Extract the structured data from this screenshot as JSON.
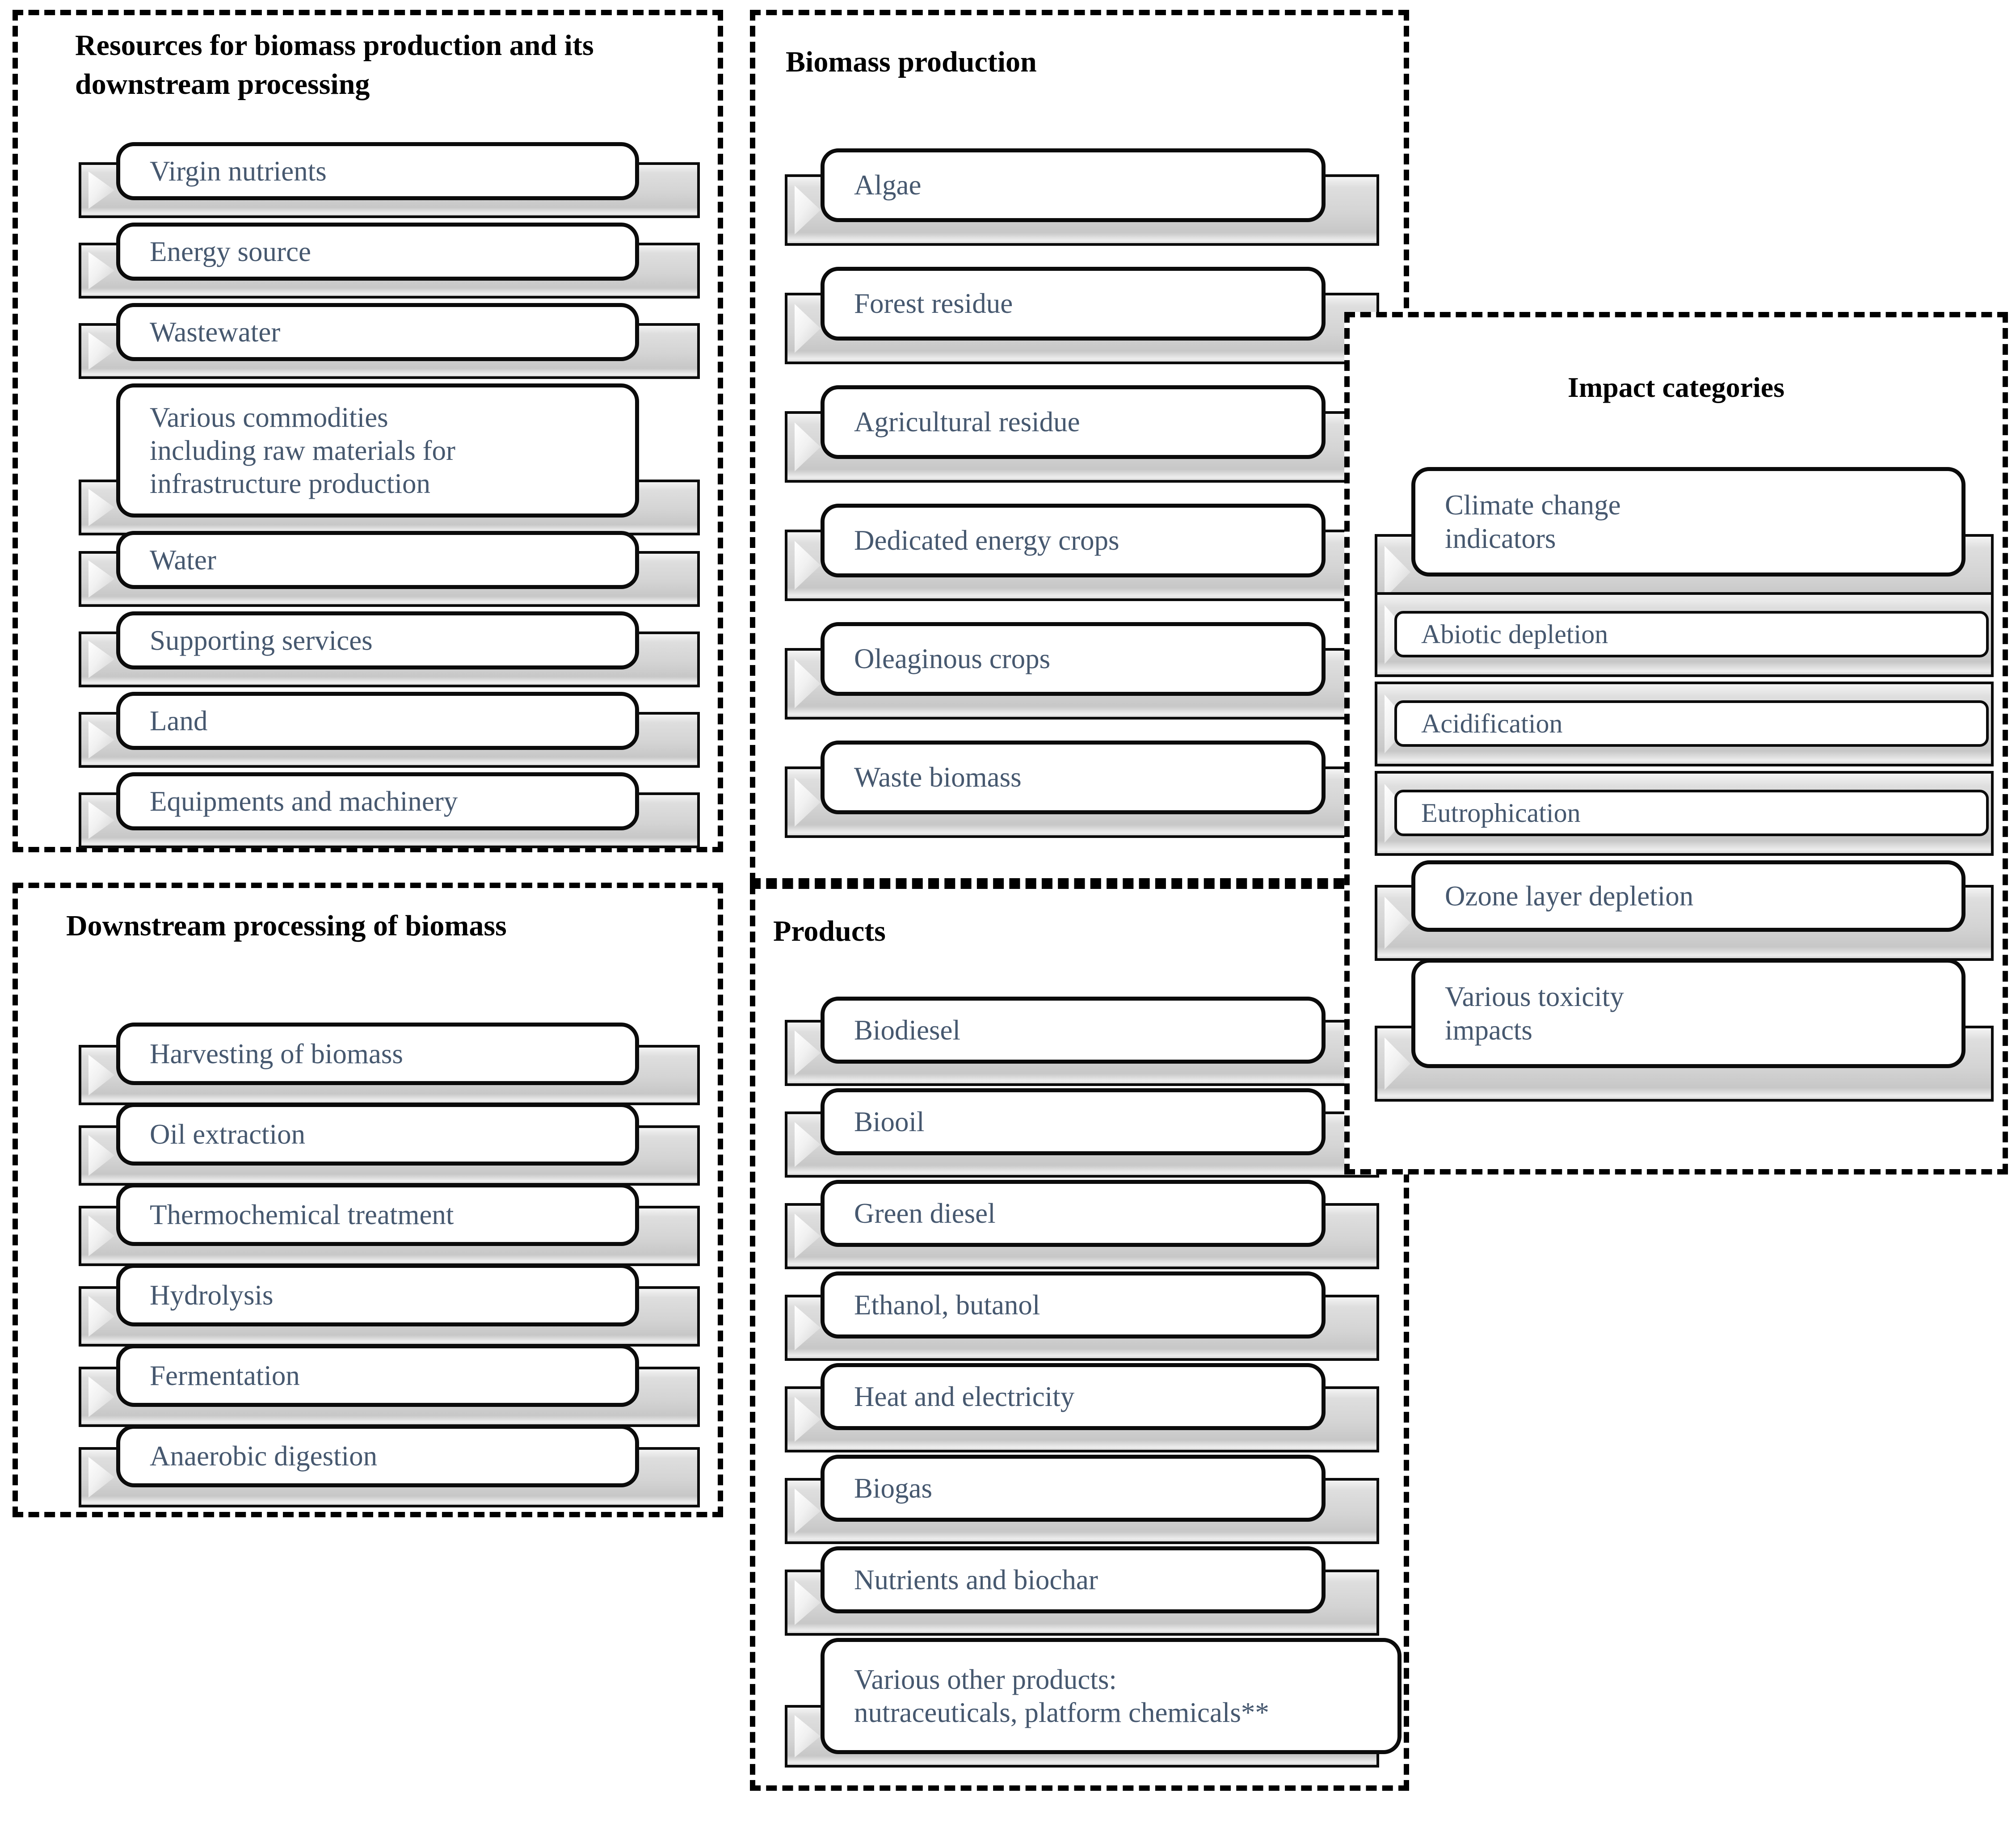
{
  "colors": {
    "background": "#ffffff",
    "dashed_border": "#000000",
    "item_text": "#46586F",
    "banner_fill": "#d4d4d4",
    "box_fill": "#ffffff"
  },
  "sections": {
    "resources": {
      "title": "Resources for biomass production and its downstream processing",
      "items": [
        {
          "label": "Virgin nutrients"
        },
        {
          "label": "Energy source"
        },
        {
          "label": "Wastewater"
        },
        {
          "lines": [
            "Various commodities",
            "including raw materials for",
            "infrastructure production"
          ]
        },
        {
          "label": "Water"
        },
        {
          "label": "Supporting services"
        },
        {
          "label": "Land"
        },
        {
          "label": "Equipments and machinery"
        }
      ]
    },
    "biomass": {
      "title": "Biomass production",
      "items": [
        {
          "label": "Algae"
        },
        {
          "label": "Forest residue"
        },
        {
          "label": "Agricultural residue"
        },
        {
          "label": "Dedicated energy crops"
        },
        {
          "label": "Oleaginous crops"
        },
        {
          "label": "Waste biomass"
        }
      ]
    },
    "impact": {
      "title": "Impact categories",
      "items": [
        {
          "lines": [
            "Climate change",
            "indicators"
          ]
        },
        {
          "label": "Abiotic depletion"
        },
        {
          "label": "Acidification"
        },
        {
          "label": "Eutrophication"
        },
        {
          "label": "Ozone layer depletion"
        },
        {
          "lines": [
            "Various toxicity",
            "impacts"
          ]
        }
      ]
    },
    "downstream": {
      "title": "Downstream processing of biomass",
      "items": [
        {
          "label": "Harvesting of biomass"
        },
        {
          "label": "Oil extraction"
        },
        {
          "label": "Thermochemical treatment"
        },
        {
          "label": "Hydrolysis"
        },
        {
          "label": "Fermentation"
        },
        {
          "label": "Anaerobic digestion"
        }
      ]
    },
    "products": {
      "title": "Products",
      "items": [
        {
          "label": "Biodiesel"
        },
        {
          "label": "Biooil"
        },
        {
          "label": "Green diesel"
        },
        {
          "label": "Ethanol, butanol"
        },
        {
          "label": "Heat and electricity"
        },
        {
          "label": "Biogas"
        },
        {
          "label": "Nutrients and biochar"
        },
        {
          "lines": [
            "Various other products:",
            "nutraceuticals, platform chemicals**"
          ]
        }
      ]
    }
  }
}
